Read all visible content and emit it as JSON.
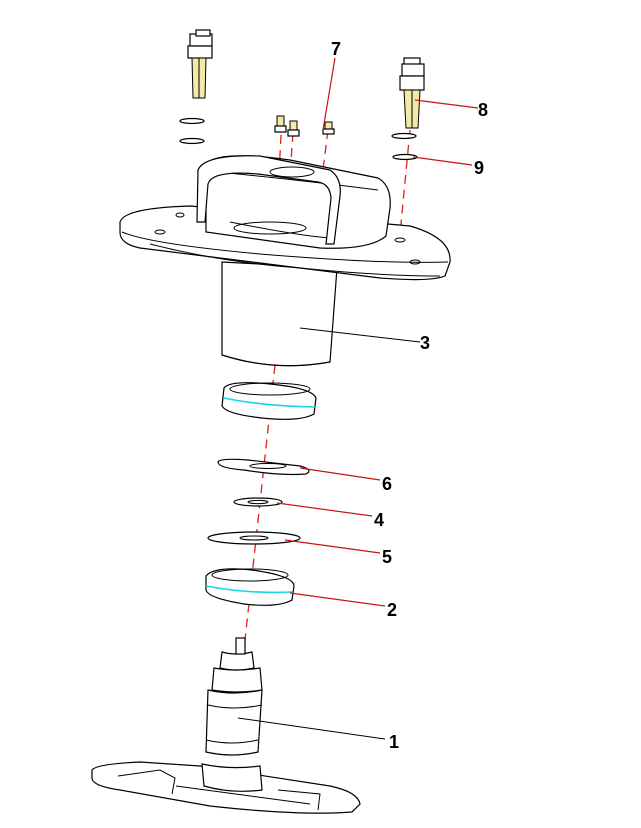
{
  "diagram": {
    "part_numbers": {
      "p1": "1",
      "p2": "2",
      "p3": "3",
      "p4": "4",
      "p5": "5",
      "p6": "6",
      "p7": "7",
      "p8": "8",
      "p9": "9"
    },
    "colors": {
      "axis_line": "#e0201a",
      "leader_line": "#c81515",
      "bearing_stripe": "#19d4e6",
      "bolt_fill": "#f3e9a8",
      "outline": "#000000"
    }
  }
}
